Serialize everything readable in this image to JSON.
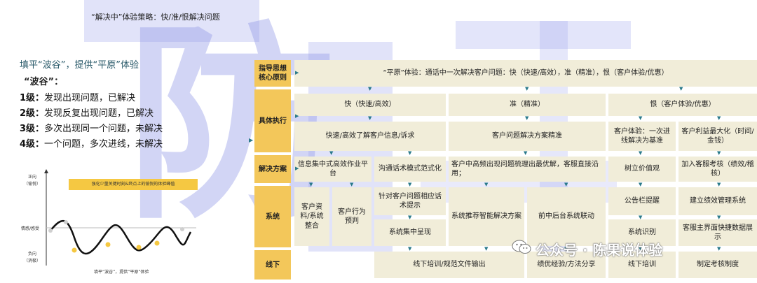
{
  "watermark": {
    "text": "防"
  },
  "left": {
    "strategy": "“解决中”体验策略：快/准/恨解决问题",
    "fill_title": "填平“波谷”，提供“平原”体验",
    "bogu_title": "“波谷”：",
    "levels": [
      {
        "level": "1级：",
        "desc": "发现出现问题，已解决"
      },
      {
        "level": "2级：",
        "desc": "发现反复出现问题，已解决"
      },
      {
        "level": "3级：",
        "desc": "多次出现同一个问题，未解决"
      },
      {
        "level": "4级：",
        "desc": "一个问题，多次进线，未解决"
      }
    ],
    "wave": {
      "banner": "强化少量关键时刻&终点上的愉悦的体验峰值",
      "pos_label": "正向",
      "pos_sub": "（愉悦）",
      "mid_label": "情感/感受",
      "neg_label": "负向",
      "neg_sub": "（消极）",
      "caption": "填平“波谷”，提供“平原”体验"
    }
  },
  "table": {
    "headers": {
      "principle": "指导思想\n核心原则",
      "execution": "具体执行",
      "solution": "解决方案",
      "system": "系统",
      "offline": "线下"
    },
    "principle": "“平原”体验：通话中一次解决客户问题：快（快速/高效），准（精准），恨（客户体验/优惠）",
    "pillars": {
      "fast": "快（快速/高效）",
      "accurate": "准（精准）",
      "ruthless": "恨（客户体验/优惠）"
    },
    "exec": {
      "fast": "快速/高效了解客户信息/诉求",
      "accurate": "客户问题解决方案精准",
      "r1": "客户体验：一次进线解决为基准",
      "r2": "客户利益最大化（时间/金钱）"
    },
    "solution": {
      "s1": "信息集中式高效作业平台",
      "s2": "沟通话术模式范式化",
      "s3": "客户中高频出现问题梳理出最优解，客服直接沿用；",
      "s4": "树立价值观",
      "s5": "加入客服考核（绩效/稽核）"
    },
    "system": {
      "a": "客户资料/系统整合",
      "b": "客户行为预判",
      "c": "针对客户问题相应话术提示",
      "d": "系统集中呈现",
      "e": "系统推荐智能解决方案",
      "f": "前中后台系统联动",
      "g": "公告栏提醒",
      "h": "系统识别",
      "i": "建立绩效管理系统",
      "j": "客服主界面快捷数据展示"
    },
    "offline": {
      "a": "线下培训/规范文件输出",
      "b": "绩优经验/方法分享",
      "c": "线下培训",
      "d": "制定考核制度"
    }
  },
  "brand": "公众号 · 陈果说体验"
}
